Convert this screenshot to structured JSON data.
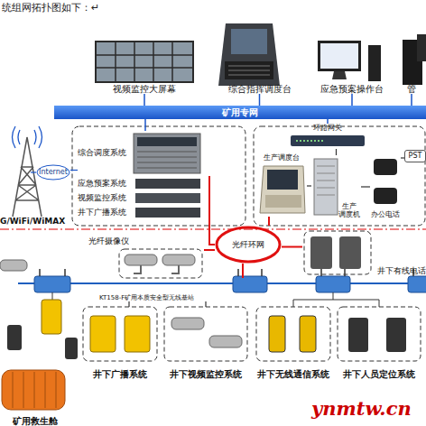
{
  "diagram": {
    "title": "统组网拓扑图如下：↵",
    "nodes": [
      {
        "text": [
          "视频监控大屏幕"
        ]
      },
      {
        "text": [
          "综合指挥调度台"
        ]
      },
      {
        "text": [
          "应急预案操作台"
        ]
      },
      {
        "text": [
          "管"
        ]
      },
      {
        "text": [
          "矿用专网"
        ]
      },
      {
        "text": [
          "G/WiFi/WiMAX"
        ]
      },
      {
        "text": [
          "Internet"
        ]
      },
      {
        "text": [
          "综合调度系统"
        ]
      },
      {
        "text": [
          "应急预案系统"
        ]
      },
      {
        "text": [
          "视频监控系统"
        ]
      },
      {
        "text": [
          "井下广播系统"
        ]
      },
      {
        "text": [
          "环路网关"
        ]
      },
      {
        "text": [
          "生产调度台"
        ]
      },
      {
        "text": [
          "生产 调度机"
        ]
      },
      {
        "text": [
          "办公电话"
        ]
      },
      {
        "text": [
          "PST"
        ]
      },
      {
        "text": [
          "光纤摄像仪"
        ]
      },
      {
        "text": [
          "光纤环网"
        ]
      },
      {
        "text": [
          "井下有线电话"
        ]
      },
      {
        "text": [
          "KT158-F矿用本质安全型无线基站"
        ]
      },
      {
        "text": [
          "井下广播系统"
        ]
      },
      {
        "text": [
          "井下视频监控系统"
        ]
      },
      {
        "text": [
          "井下无线通信系统"
        ]
      },
      {
        "text": [
          "井下人员定位系统"
        ]
      },
      {
        "text": [
          "矿用救生舱"
        ]
      }
    ],
    "edges": [
      {
        "from": 0,
        "to": 4,
        "arrow": "none"
      },
      {
        "from": 1,
        "to": 4,
        "arrow": "none"
      },
      {
        "from": 2,
        "to": 4,
        "arrow": "none"
      },
      {
        "from": 3,
        "to": 4,
        "arrow": "none"
      },
      {
        "from": 4,
        "to": 7,
        "arrow": "none"
      },
      {
        "from": 4,
        "to": 11,
        "arrow": "none"
      },
      {
        "from": 11,
        "to": 13,
        "arrow": "none"
      },
      {
        "from": 12,
        "to": 13,
        "arrow": "none"
      },
      {
        "from": 13,
        "to": 14,
        "arrow": "none"
      },
      {
        "from": 14,
        "to": 15,
        "arrow": "none"
      },
      {
        "from": 5,
        "to": 6,
        "arrow": "none"
      },
      {
        "from": 6,
        "to": 7,
        "arrow": "none"
      },
      {
        "from": 7,
        "to": 17,
        "arrow": "none"
      },
      {
        "from": 12,
        "to": 17,
        "arrow": "none"
      },
      {
        "from": 17,
        "to": 16,
        "arrow": "none"
      },
      {
        "from": 17,
        "to": 18,
        "arrow": "none"
      },
      {
        "from": 17,
        "to": 19,
        "arrow": "none"
      },
      {
        "from": 19,
        "to": 20,
        "arrow": "none"
      },
      {
        "from": 19,
        "to": 21,
        "arrow": "none"
      }
    ],
    "labels": [
      "ynmtw.cn"
    ]
  }
}
